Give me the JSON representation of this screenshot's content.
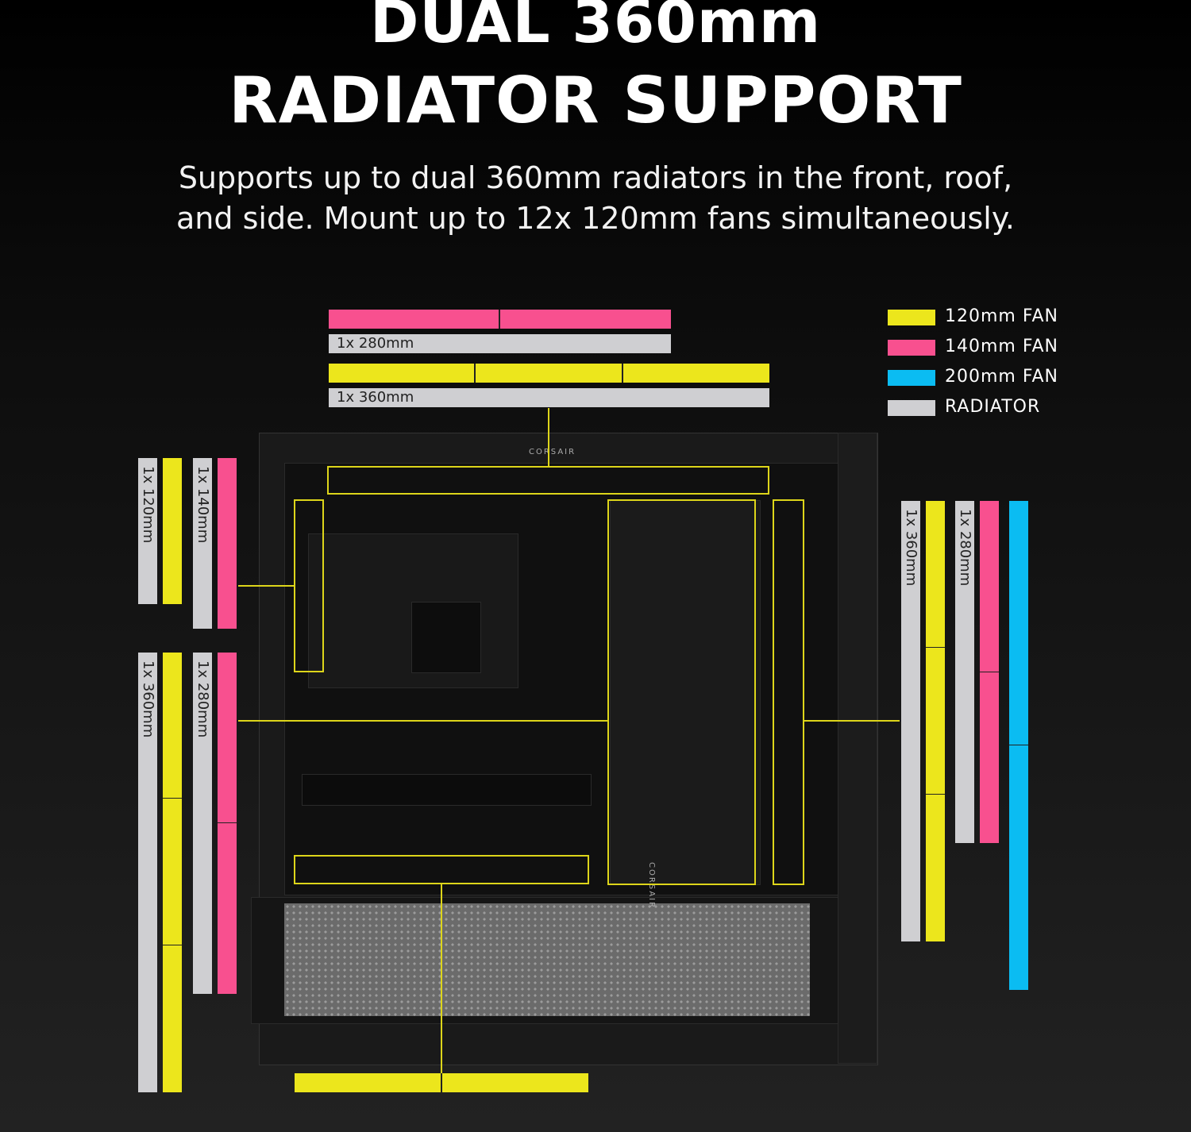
{
  "heading": {
    "line1": "DUAL 360mm",
    "line2": "RADIATOR SUPPORT"
  },
  "subtitle": {
    "line1": "Supports up to dual 360mm radiators in the front, roof,",
    "line2": "and side. Mount up to 12x 120mm fans simultaneously."
  },
  "legend": [
    {
      "label": "120mm FAN",
      "color": "#ece61c"
    },
    {
      "label": "140mm FAN",
      "color": "#f8508f"
    },
    {
      "label": "200mm FAN",
      "color": "#0bbcf2"
    },
    {
      "label": "RADIATOR",
      "color": "#cfcfd2"
    }
  ],
  "top": {
    "radiator_280": "1x 280mm",
    "radiator_360": "1x 360mm"
  },
  "rear": {
    "radiator_120": "1x 120mm",
    "radiator_140": "1x 140mm"
  },
  "front": {
    "radiator_360": "1x 360mm",
    "radiator_280": "1x 280mm"
  },
  "side": {
    "radiator_360": "1x 360mm",
    "radiator_280": "1x 280mm"
  },
  "case": {
    "brand_top": "CORSAIR",
    "brand_side": "CORSAIR"
  }
}
